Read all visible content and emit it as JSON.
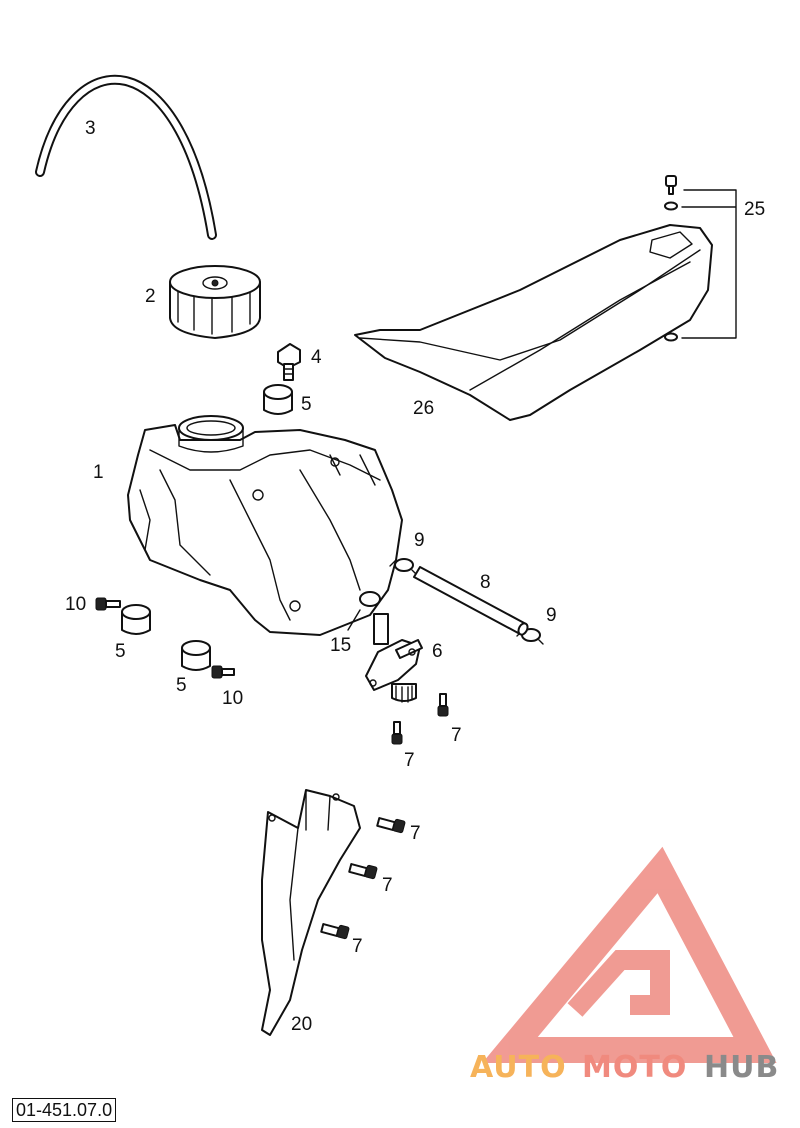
{
  "callouts": {
    "c1": "1",
    "c2": "2",
    "c3": "3",
    "c4": "4",
    "c5a": "5",
    "c5b": "5",
    "c5c": "5",
    "c6": "6",
    "c7a": "7",
    "c7b": "7",
    "c7c": "7",
    "c7d": "7",
    "c7e": "7",
    "c8": "8",
    "c9a": "9",
    "c9b": "9",
    "c10a": "10",
    "c10b": "10",
    "c15": "15",
    "c20": "20",
    "c25": "25",
    "c26": "26"
  },
  "drawing_number": "01-451.07.0",
  "watermark": {
    "part1": "AUTO",
    "part2": "MOTO",
    "part3": "HUB",
    "color_orange": "#f6b35a",
    "color_red": "#f08a7e",
    "color_grey": "#8a8a8a"
  }
}
